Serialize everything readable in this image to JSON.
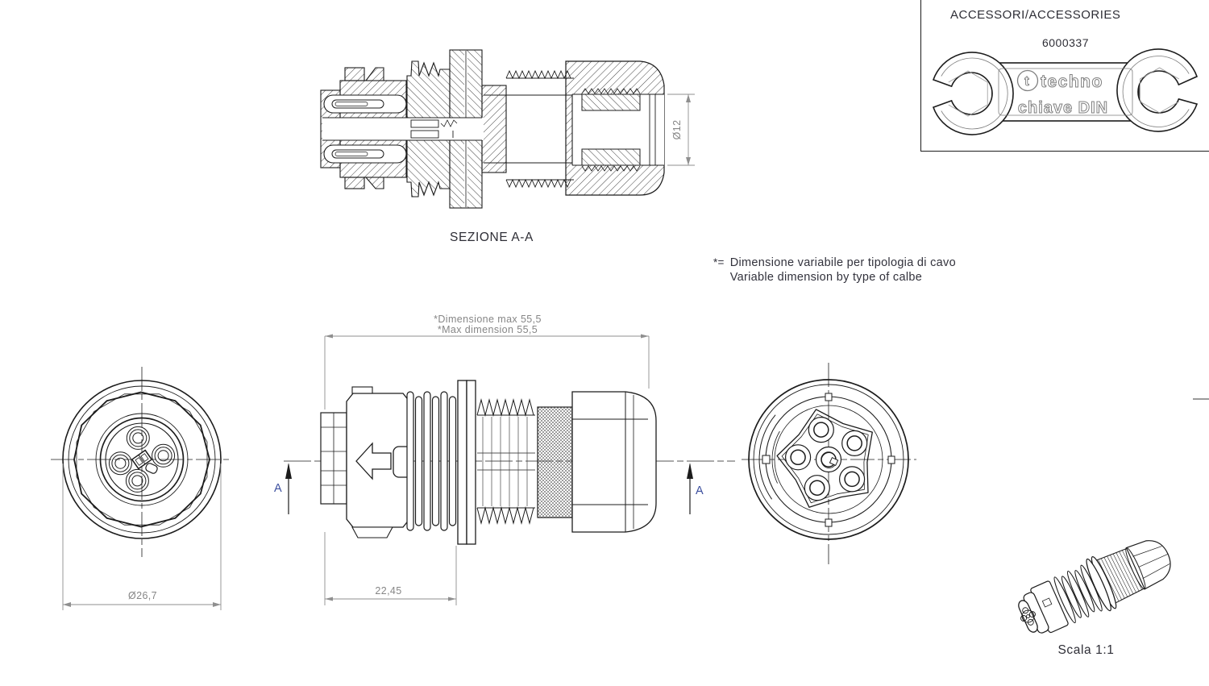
{
  "colors": {
    "line": "#1c1c1c",
    "dimension": "#868686",
    "label": "#2e2e36",
    "section_letter": "#3c4f9e"
  },
  "accessories": {
    "title": "ACCESSORI/ACCESSORIES",
    "part_number": "6000337",
    "brand": "techno",
    "brand_letter": "t",
    "wrench_label": "chiave DIN"
  },
  "section_view": {
    "label": "SEZIONE A-A",
    "diameter_dim": "Ø12"
  },
  "notes": {
    "symbol": "*=",
    "line1": "Dimensione variabile per tipologia di cavo",
    "line2": "Variable dimension by type of calbe"
  },
  "front_view": {
    "diameter_dim": "Ø26,7"
  },
  "side_view": {
    "max_dim_line1": "*Dimensione max 55,5",
    "max_dim_line2": "*Max dimension 55,5",
    "length_dim": "22,45",
    "section_letter": "A"
  },
  "iso_view": {
    "scale_label": "Scala 1:1"
  }
}
